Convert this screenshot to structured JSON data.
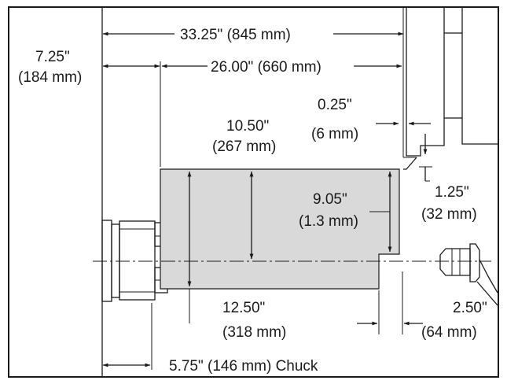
{
  "dimensions": {
    "overall_length": "33.25\" (845 mm)",
    "max_turning_length": "26.00\" (660 mm)",
    "left_offset_line1": "7.25\"",
    "left_offset_line2": "(184 mm)",
    "tool_clearance_line1": "0.25\"",
    "tool_clearance_line2": "(6 mm)",
    "upper_diameter_line1": "10.50\"",
    "upper_diameter_line2": "(267 mm)",
    "step_height_line1": "9.05\"",
    "step_height_line2": "(1.3 mm)",
    "tool_drop_line1": "1.25\"",
    "tool_drop_line2": "(32 mm)",
    "lower_diameter_line1": "12.50\"",
    "lower_diameter_line2": "(318 mm)",
    "tailstock_gap_line1": "2.50\"",
    "tailstock_gap_line2": "(64 mm)",
    "chuck_label": "5.75\" (146 mm) Chuck"
  },
  "colors": {
    "workpiece_fill": "#d9d9d9",
    "line_color": "#1a1a1a",
    "background": "#ffffff"
  }
}
